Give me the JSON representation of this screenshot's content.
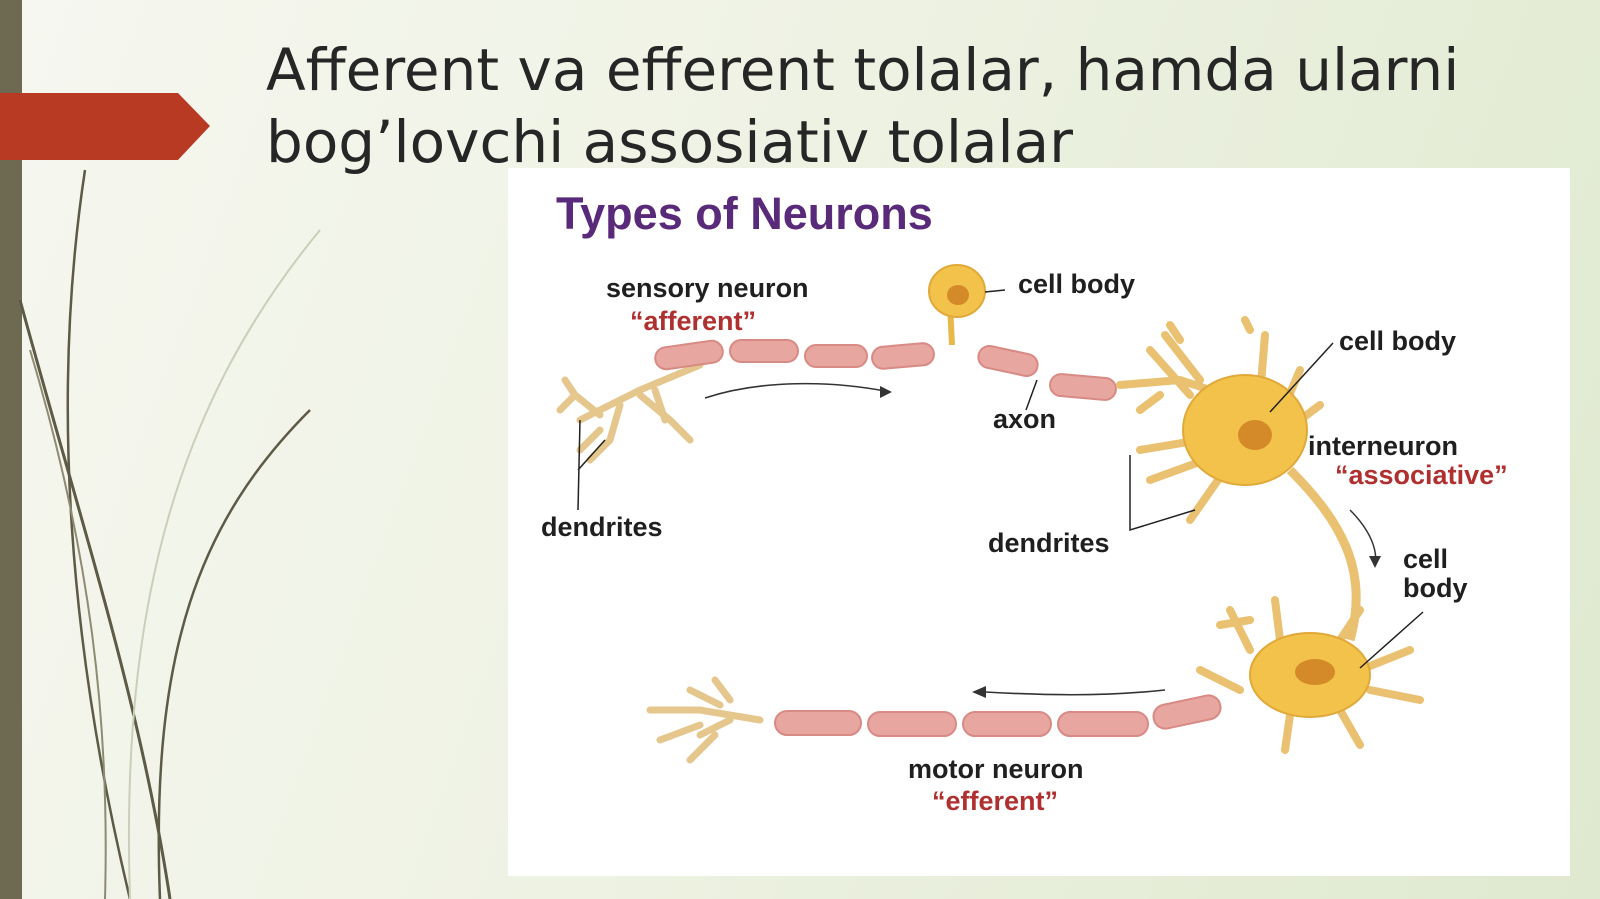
{
  "slide": {
    "title_line1": "Afferent va efferent tolalar, hamda ularni",
    "title_line2": "bog’lovchi assosiativ tolalar",
    "accent_color": "#b83a22",
    "sidebar_color": "#6e6a52"
  },
  "diagram": {
    "title": "Types of Neurons",
    "sensory": {
      "name": "sensory neuron",
      "type": "“afferent”",
      "cell_body": "cell body",
      "axon": "axon",
      "dendrites": "dendrites"
    },
    "interneuron": {
      "name": "interneuron",
      "type": "“associative”",
      "cell_body": "cell body",
      "dendrites": "dendrites"
    },
    "motor": {
      "name": "motor neuron",
      "type": "“efferent”",
      "cell_body_line1": "cell",
      "cell_body_line2": "body"
    },
    "colors": {
      "myelin": "#e8a6a0",
      "soma": "#f2c24a",
      "nucleus": "#d58a2a",
      "label_red": "#b03030",
      "title_purple": "#5a2a7a"
    }
  }
}
